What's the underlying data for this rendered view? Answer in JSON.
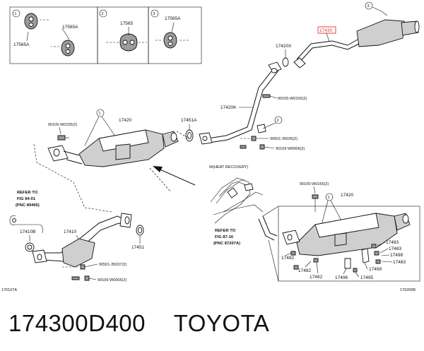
{
  "box1": {
    "circle": "1",
    "label_a": "17565A",
    "label_b": "17565A"
  },
  "box2": {
    "circle": "2",
    "label": "17565"
  },
  "box3": {
    "circle": "3",
    "label": "17565A"
  },
  "top": {
    "c3": "3",
    "p17430": "17430",
    "p17420x": "17420X",
    "bolt1": "90105-W0155(2)",
    "p17420k": "17420K",
    "c2": "2",
    "nut1": "90501-35035(2)",
    "bolt2": "90109-W0006(2)",
    "p17451a": "17451A"
  },
  "left": {
    "bolt": "90105-W0155(2)",
    "c1": "1",
    "p17420": "17420",
    "ref_a": "REFER TO",
    "ref_b": "FIG 84-01",
    "ref_c": "(PNC 89465)",
    "p17410b": "17410B",
    "p17410": "17410",
    "p17451": "17451",
    "nut": "90501-35037(2)",
    "bolt2": "90109-W0005(2)",
    "code": "176107A"
  },
  "right": {
    "title": "W(HEAT RECOVERY)",
    "bolt": "90105-W0155(2)",
    "c1": "1",
    "p17420": "17420",
    "ref_a": "REFER TO",
    "ref_b": "FIG 87-16",
    "ref_c": "(PNC 87207A)",
    "p17483a": "17483",
    "p17483b": "17483",
    "p17498": "17498",
    "p17483c": "17483",
    "p17482a": "17482",
    "p17482b": "17482",
    "p17482c": "17482",
    "p17496": "17496",
    "p17495": "17495",
    "p17499": "17499",
    "code": "176209B"
  },
  "caption": {
    "part_number": "174300D400",
    "brand": "TOYOTA"
  },
  "colors": {
    "highlight": "#dd3333",
    "part_fill": "#cfcfcf",
    "ink": "#111111"
  }
}
